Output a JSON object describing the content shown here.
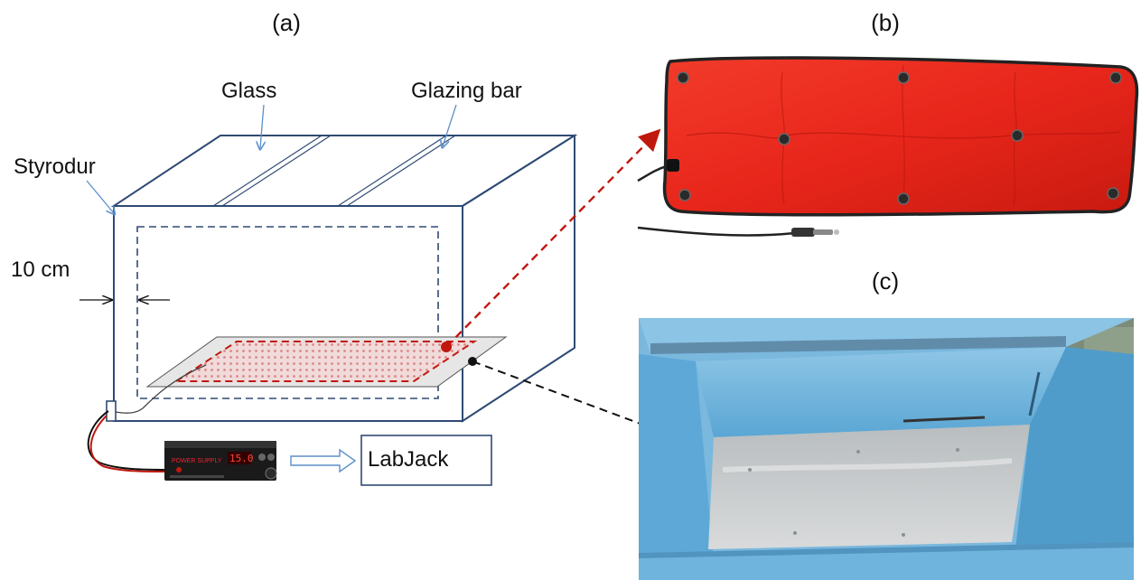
{
  "panels": {
    "a": {
      "label": "(a)",
      "glass": "Glass",
      "glazing_bar": "Glazing bar",
      "styrodur": "Styrodur",
      "thickness": "10 cm",
      "logger": "LabJack",
      "power_supply_text": "POWER SUPPLY",
      "power_supply_readout": "15.0"
    },
    "b": {
      "label": "(b)"
    },
    "c": {
      "label": "(c)"
    }
  },
  "colors": {
    "box_line": "#2e4a73",
    "heating_mat": "#e8261b",
    "heating_mat_dark": "#b5160e",
    "dashed_arrow_red": "#c0180f",
    "dashed_arrow_black": "#111111",
    "styrodur_blue": "#6fb4dc",
    "steel_plate": "#c9cdcf",
    "pointer_arrow": "#5b8fc9"
  },
  "icons": {
    "heating_mat_photo": "heating-mat-photo",
    "box_photo": "insulated-box-photo",
    "power_supply": "power-supply-icon"
  }
}
